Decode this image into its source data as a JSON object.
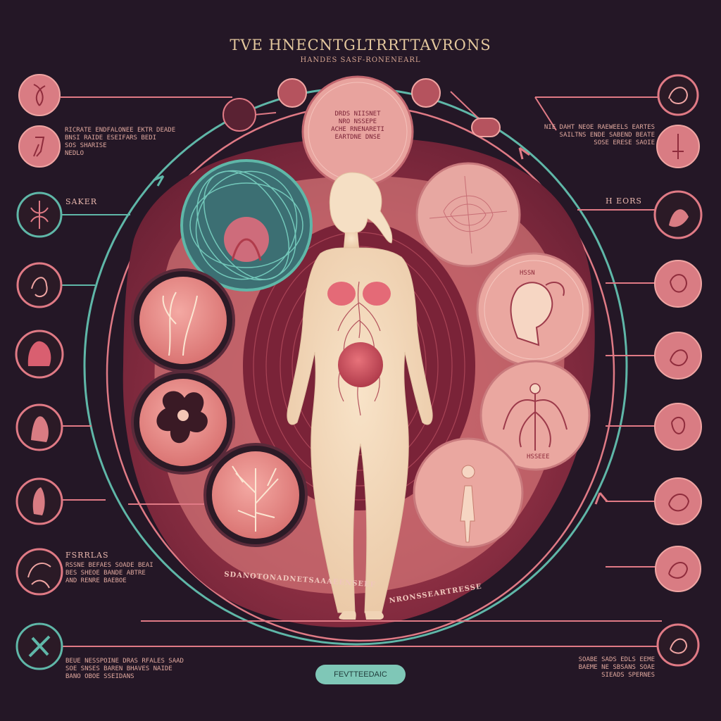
{
  "title": "TVE HNECNTGLTRRTTAVRONS",
  "subtitle": "HANDES SASF-RONENEARL",
  "center_bubble": {
    "lines": [
      "DRDS NIISNET",
      "NRO NSSEPE",
      "ACHE RNENARETI",
      "EARTDNE DNSE"
    ]
  },
  "left_notes": {
    "top": [
      "RICRATE ENDFALONEE EKTR DEADE",
      "BNSI RAIDE ESEIFARS BEDI",
      "SOS SHARISE",
      "NEDLO"
    ],
    "label1": "SAKER",
    "label2": "FSRRLAS",
    "mid": [
      "RSSNE BEFAES SOADE BEAI",
      "BES SHEOE BANDE ABTRE",
      "AND RENRE BAEBOE"
    ],
    "bottom": [
      "BEUE NESSPOINE DRAS RFALES SAAD",
      "SOE SNSES BAREN BHAVES NAIDE",
      "BANO OBOE SSEIDANS"
    ]
  },
  "right_notes": {
    "top": [
      "NIE DAHT NEOE RAEWEELS EARTES",
      "SAILTNS ENDE SABEND BEATE",
      "SOSE ERESE SAOIE"
    ],
    "label1": "H EORS",
    "small": "HSSN",
    "bottom": [
      "SOABE SADS EDLS EEME",
      "BAEME NE SBSANS SOAE",
      "SIEADS SPERNES"
    ]
  },
  "band_left": "SDANOTONADNETSAAAEENSEEF",
  "band_right": "NRONSSEARTRESSE",
  "right_orb_caption": "HSSEEE",
  "button": "FEVTTEEDAIC",
  "colors": {
    "background": "#241726",
    "accent_pink": "#e07a85",
    "accent_teal": "#5fb7a8",
    "skin": "#f1d6b8",
    "title": "#e3c79d"
  },
  "icons": [
    "ribbon-icon",
    "uterus-icon",
    "lotus-icon",
    "heart-icon",
    "mask-icon",
    "flower-icon",
    "hands-icon",
    "knot-icon",
    "seedling-icon",
    "woman-silhouette-icon",
    "crossed-flowers-icon",
    "cell-icon"
  ]
}
